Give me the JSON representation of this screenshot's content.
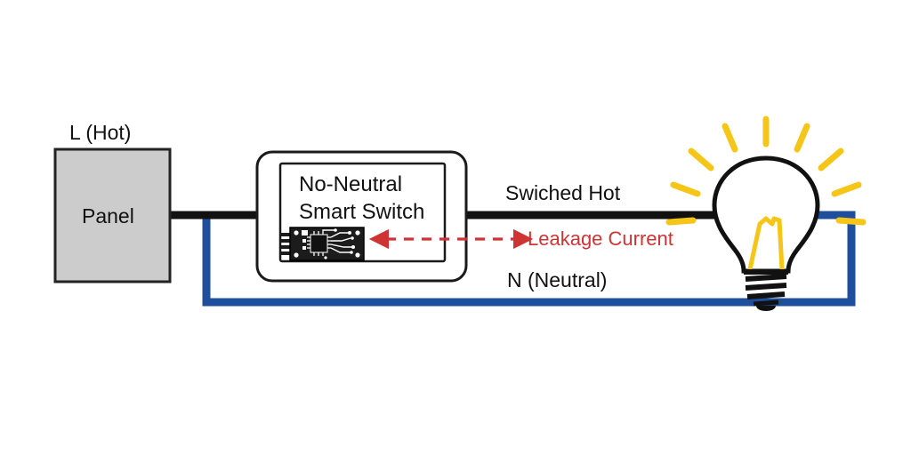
{
  "diagram": {
    "title": "No-Neutral Smart Switch Leakage Current Wiring Diagram",
    "background_color": "#ffffff",
    "labels": {
      "l_hot": "L (Hot)",
      "panel": "Panel",
      "switch_line1": "No-Neutral",
      "switch_line2": "Smart Switch",
      "switched_hot": "Swiched Hot",
      "neutral": "N (Neutral)",
      "leakage_current": "Leakage Current"
    },
    "colors": {
      "hot_wire": "#111111",
      "neutral_wire": "#1f4e9c",
      "leakage_arrow": "#cf3434",
      "panel_fill": "#cccccc",
      "panel_stroke": "#222222",
      "switch_stroke": "#1a1a1a",
      "bulb_outline": "#111111",
      "bulb_glow": "#f5c518",
      "pcb_fill": "#1c1c1c"
    },
    "components": {
      "panel": {
        "shape": "rectangle",
        "label": "Panel"
      },
      "smart_switch": {
        "shape": "rounded-rectangle",
        "label": "No-Neutral Smart Switch",
        "icon": "pcb-chip-icon"
      },
      "light_bulb": {
        "shape": "bulb",
        "state": "illuminated",
        "ray_count": 9
      },
      "leakage_arrow": {
        "style": "dashed",
        "heads": "double",
        "direction": "bidirectional"
      }
    },
    "wires": [
      {
        "name": "hot",
        "from": "panel",
        "to": "smart-switch",
        "color": "#111111"
      },
      {
        "name": "switched-hot",
        "from": "smart-switch",
        "to": "light-bulb",
        "color": "#111111"
      },
      {
        "name": "neutral",
        "from": "panel-tap",
        "to": "light-bulb",
        "color": "#1f4e9c"
      }
    ]
  }
}
